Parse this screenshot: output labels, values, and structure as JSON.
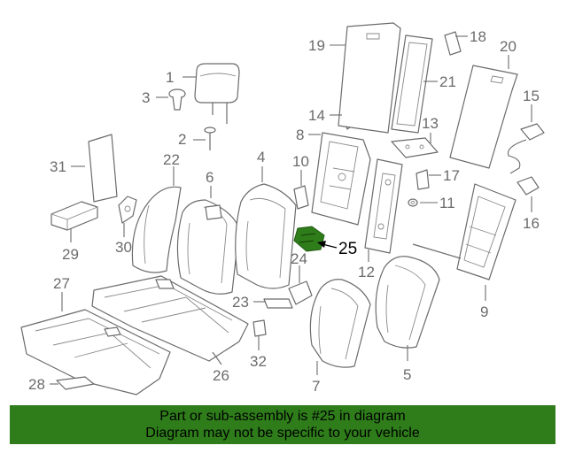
{
  "highlight_color": "#2e7d1a",
  "line_color": "#6b6b6b",
  "callouts": {
    "c1": "1",
    "c2": "2",
    "c3": "3",
    "c4": "4",
    "c5": "5",
    "c6": "6",
    "c7": "7",
    "c8": "8",
    "c9": "9",
    "c10": "10",
    "c11": "11",
    "c12": "12",
    "c13": "13",
    "c14": "14",
    "c15": "15",
    "c16": "16",
    "c17": "17",
    "c18": "18",
    "c19": "19",
    "c20": "20",
    "c21": "21",
    "c22": "22",
    "c23": "23",
    "c24": "24",
    "c25": "25",
    "c26": "26",
    "c27": "27",
    "c28": "28",
    "c29": "29",
    "c30": "30",
    "c31": "31",
    "c32": "32"
  },
  "banner": {
    "line1": "Part or sub-assembly is #25 in diagram",
    "line2": "Diagram may not be specific to your vehicle"
  }
}
